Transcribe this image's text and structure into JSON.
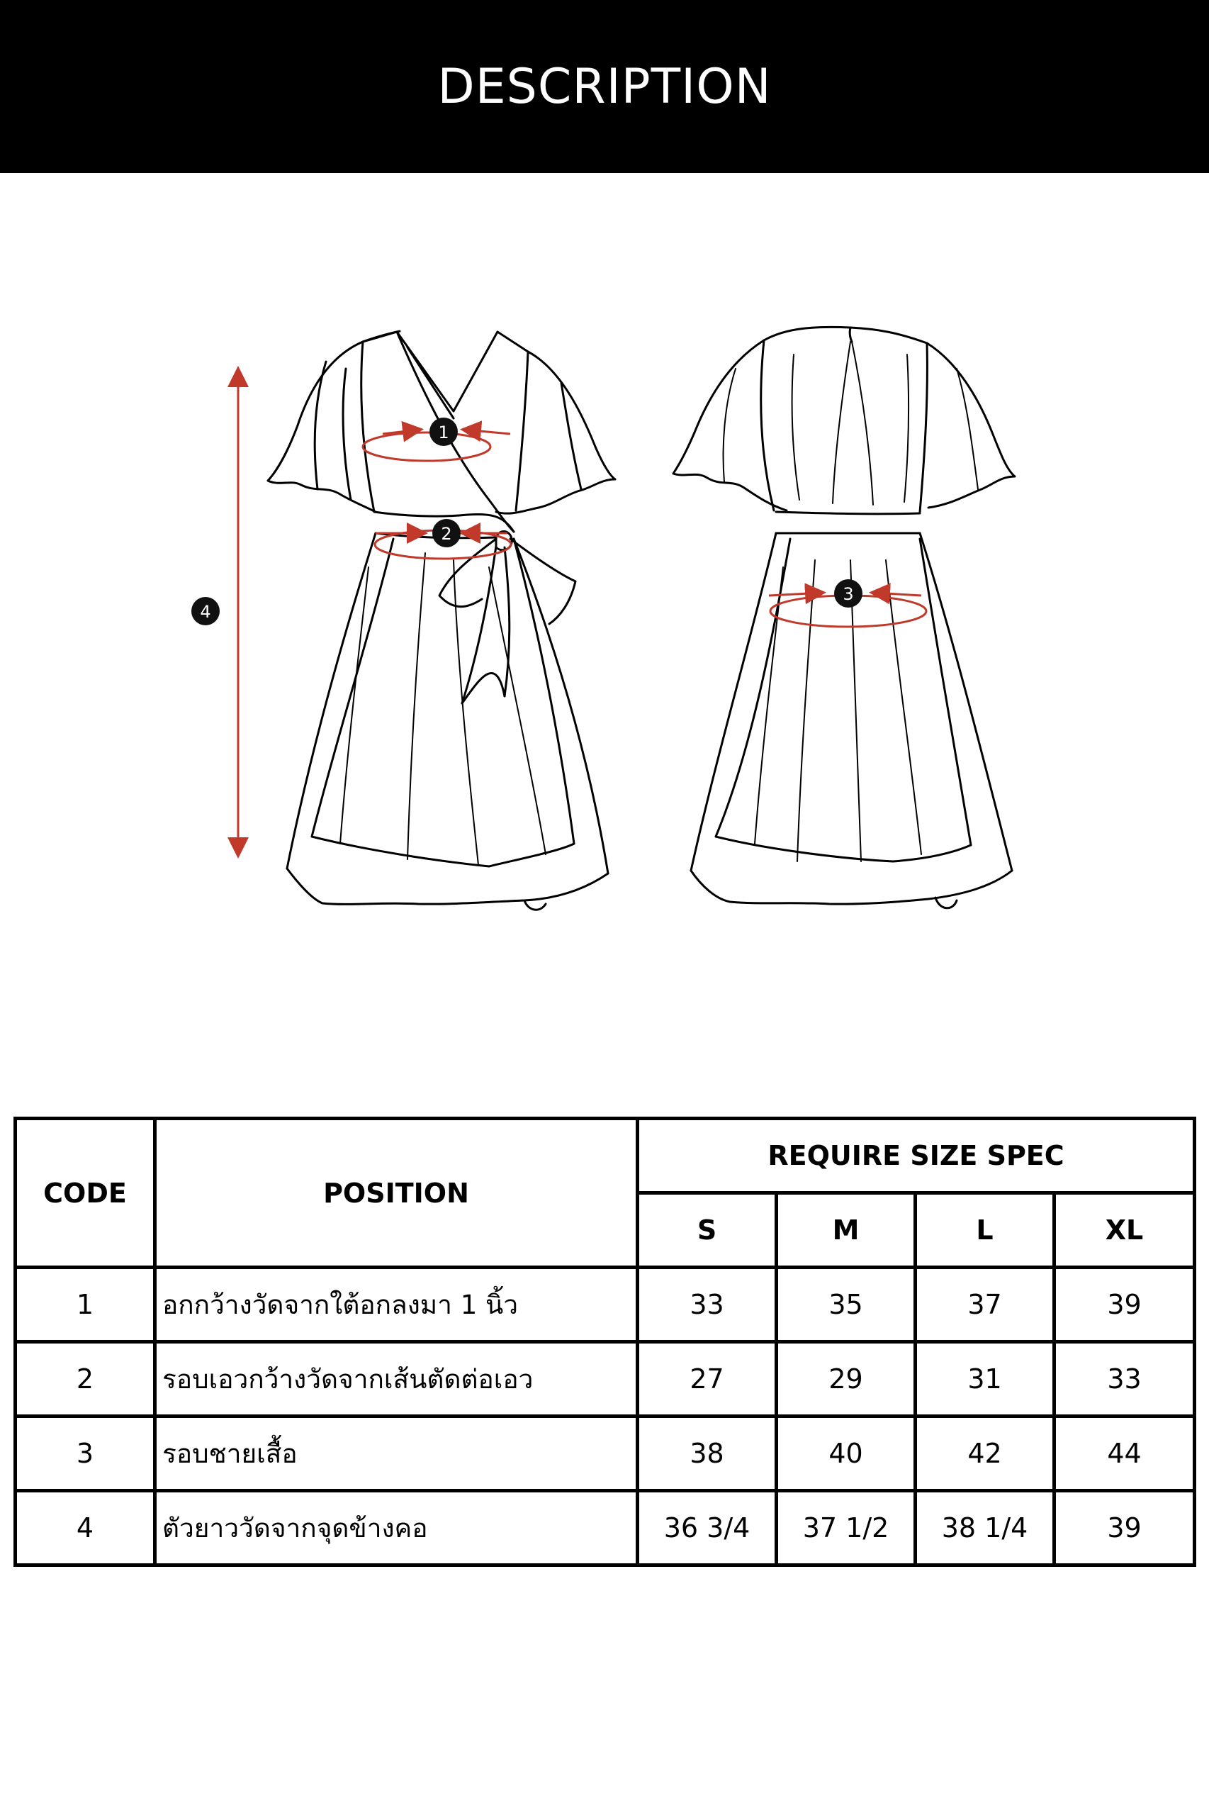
{
  "header": {
    "title": "DESCRIPTION"
  },
  "diagram": {
    "markers": [
      "1",
      "2",
      "3",
      "4"
    ],
    "accent_color": "#c0392b"
  },
  "table": {
    "col_code": "CODE",
    "col_position": "POSITION",
    "col_group": "REQUIRE SIZE SPEC",
    "sizes": [
      "S",
      "M",
      "L",
      "XL"
    ],
    "rows": [
      {
        "code": "1",
        "position": "อกกว้างวัดจากใต้อกลงมา 1 นิ้ว",
        "values": [
          "33",
          "35",
          "37",
          "39"
        ]
      },
      {
        "code": "2",
        "position": "รอบเอวกว้างวัดจากเส้นตัดต่อเอว",
        "values": [
          "27",
          "29",
          "31",
          "33"
        ]
      },
      {
        "code": "3",
        "position": "รอบชายเสื้อ",
        "values": [
          "38",
          "40",
          "42",
          "44"
        ]
      },
      {
        "code": "4",
        "position": "ตัวยาววัดจากจุดข้างคอ",
        "values": [
          "36 3/4",
          "37 1/2",
          "38 1/4",
          "39"
        ]
      }
    ]
  }
}
